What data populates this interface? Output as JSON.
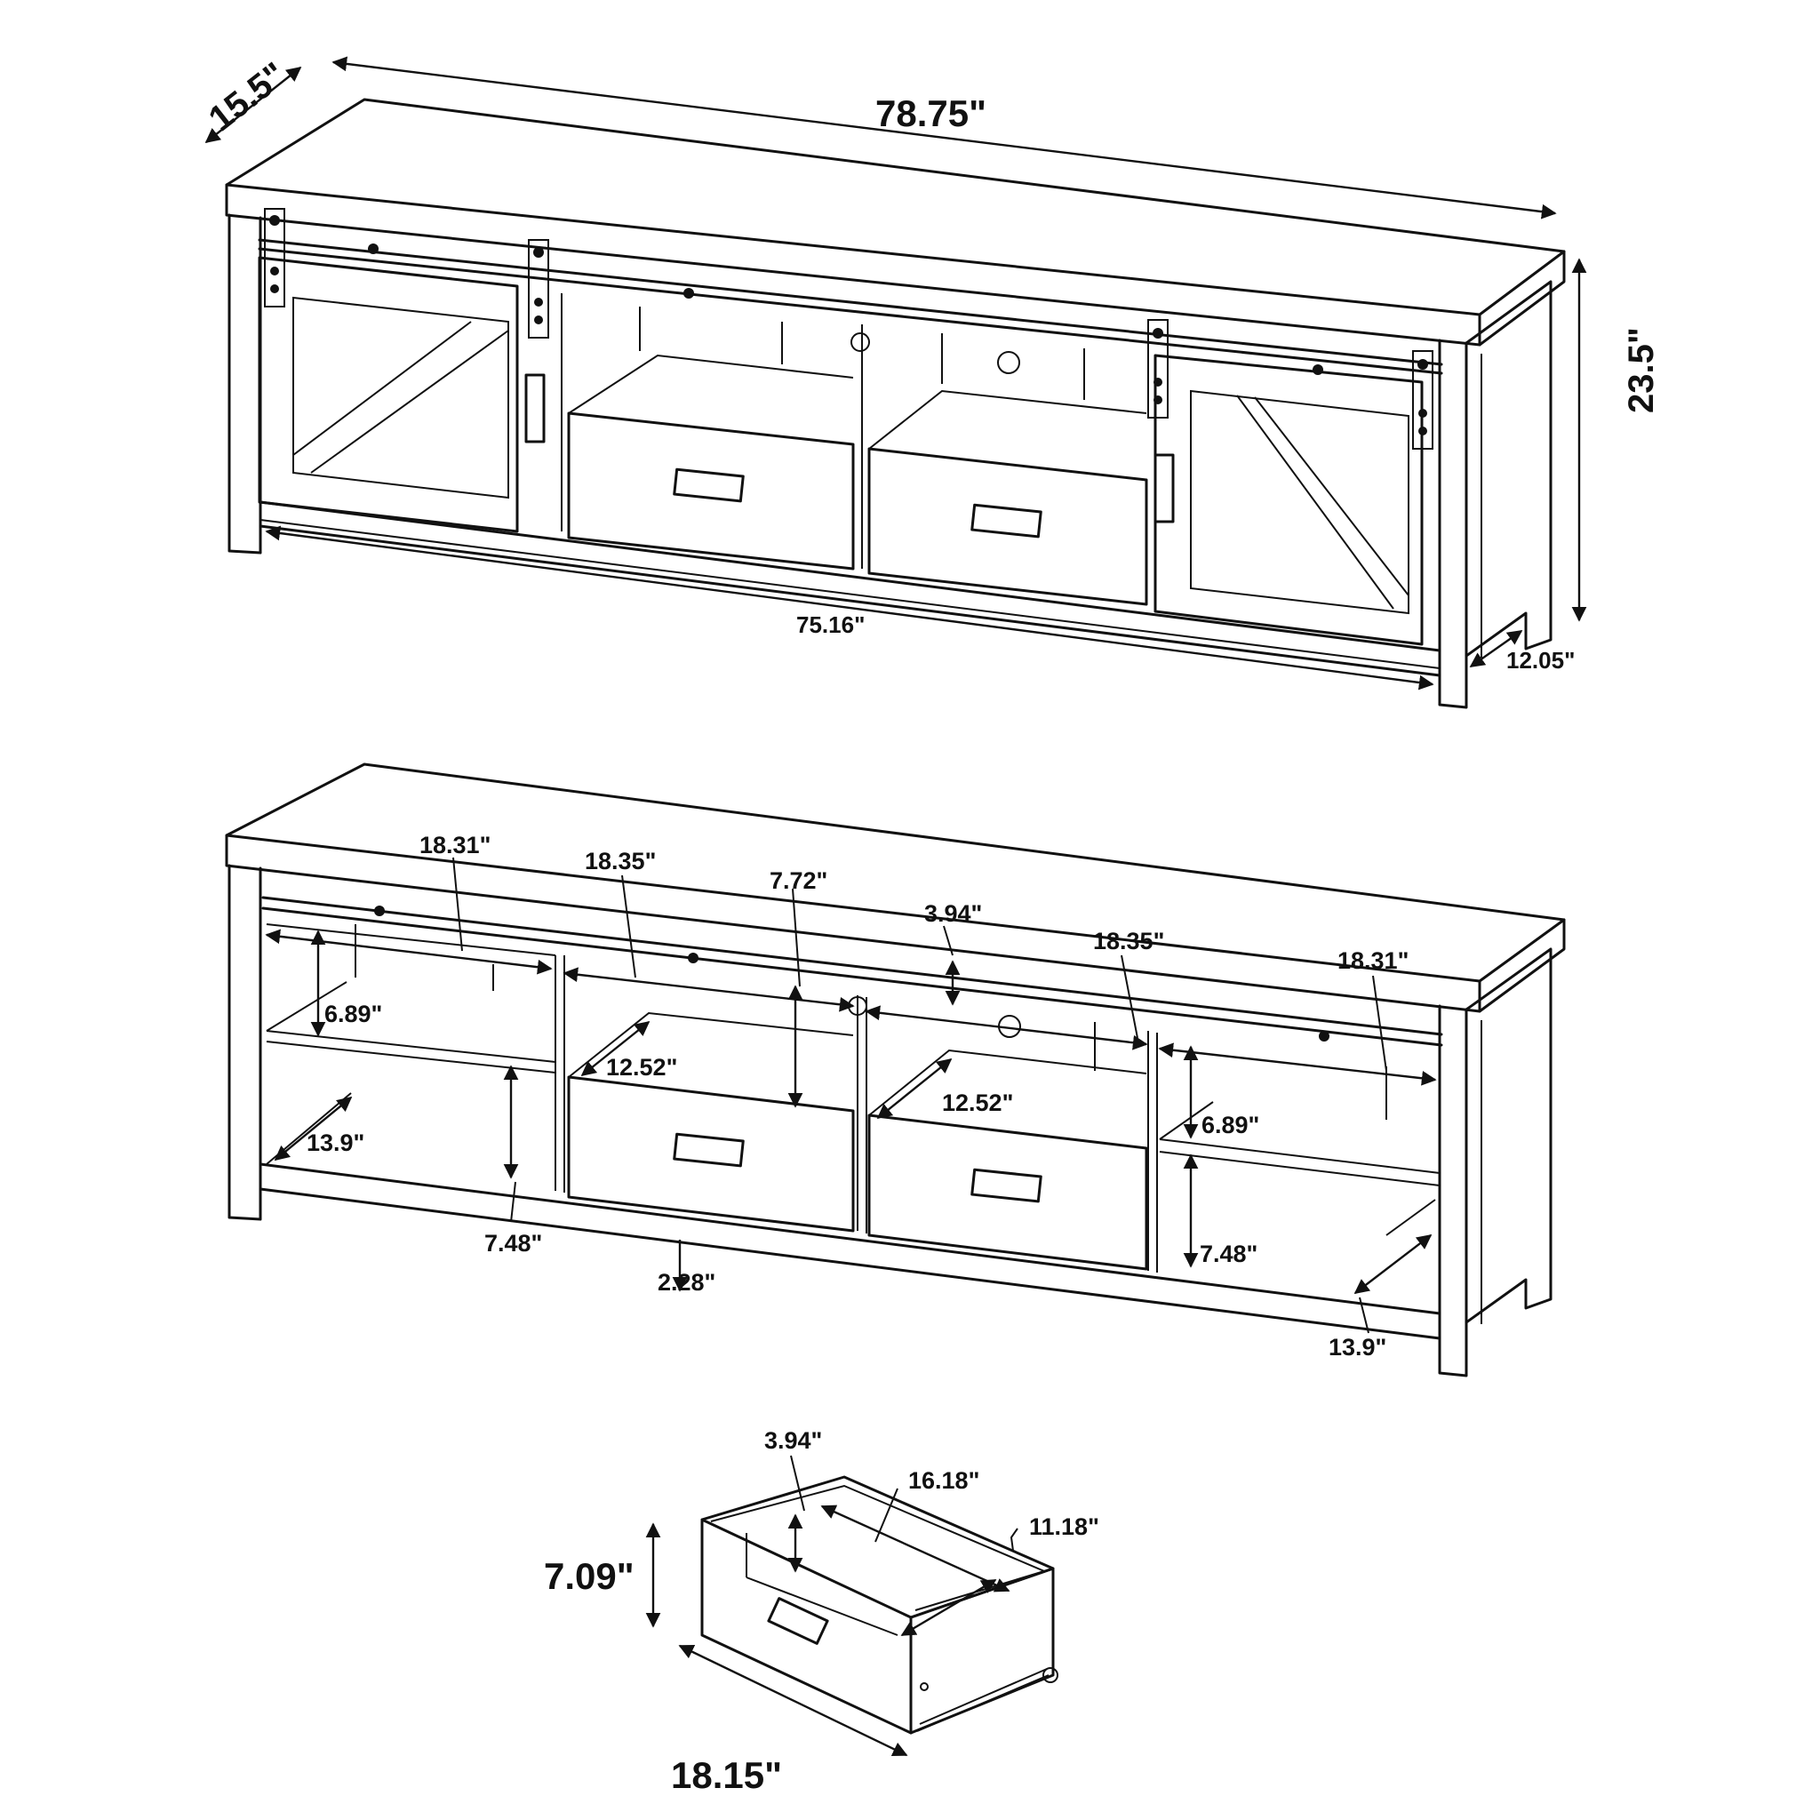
{
  "views": {
    "closed": {
      "depth": "15.5\"",
      "width": "78.75\"",
      "height": "23.5\"",
      "inner_width": "75.16\"",
      "clearance": "12.05\""
    },
    "open": {
      "left_upper_width": "18.31\"",
      "center_left_width": "18.35\"",
      "center_opening_height": "7.72\"",
      "cable_hole_height": "3.94\"",
      "center_right_width": "18.35\"",
      "right_upper_width": "18.31\"",
      "left_shelf_height": "6.89\"",
      "left_drawer_depth": "12.52\"",
      "right_drawer_depth": "12.52\"",
      "right_shelf_height": "6.89\"",
      "left_depth": "13.9\"",
      "left_lower_height": "7.48\"",
      "base_clearance": "2.28\"",
      "right_lower_height": "7.48\"",
      "right_depth": "13.9\""
    },
    "drawer": {
      "side_height": "3.94\"",
      "inner_length": "16.18\"",
      "inner_width": "11.18\"",
      "front_height": "7.09\"",
      "length": "18.15\""
    }
  }
}
